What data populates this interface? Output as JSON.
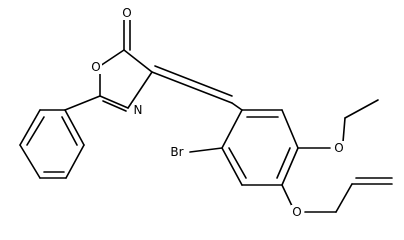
{
  "structure": {
    "atom_labels": {
      "carbonyl_oxygen": "O",
      "ring_oxygen": "O",
      "ring_nitrogen": "N",
      "bromine": "Br",
      "ethoxy_oxygen": "O",
      "allyloxy_oxygen": "O"
    },
    "colors": {
      "bond": "#000000",
      "label": "#000000",
      "background": "#ffffff"
    }
  }
}
